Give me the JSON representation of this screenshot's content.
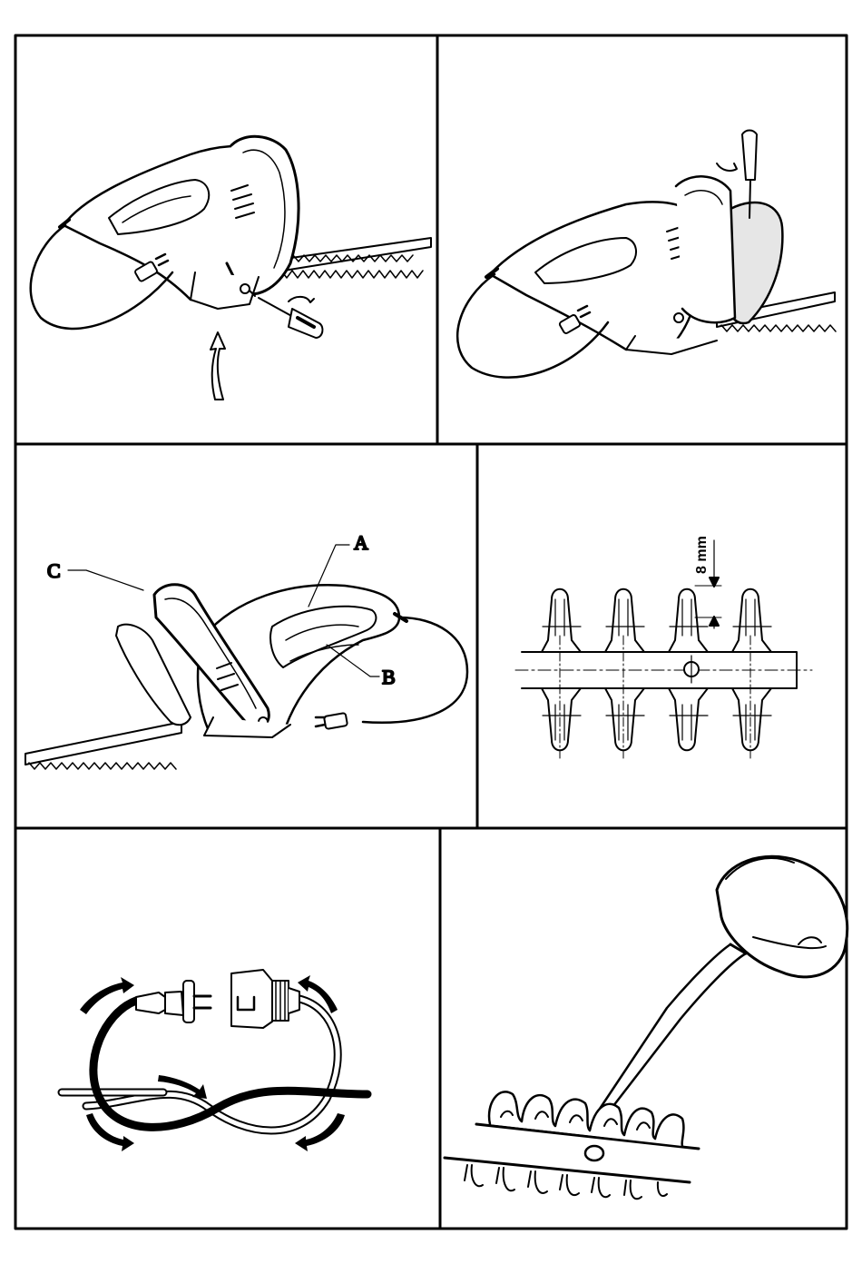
{
  "labels": {
    "a": "A",
    "b": "B",
    "c": "C",
    "gap": "8 mm"
  },
  "icons": [
    "hedge-trimmer-icon",
    "screwdriver-icon",
    "plug-icon",
    "arrow-up-icon",
    "blade-diagram-icon",
    "cord-loop-icon",
    "oil-can-icon"
  ],
  "colors": {
    "ink": "#000000",
    "paper": "#ffffff"
  }
}
